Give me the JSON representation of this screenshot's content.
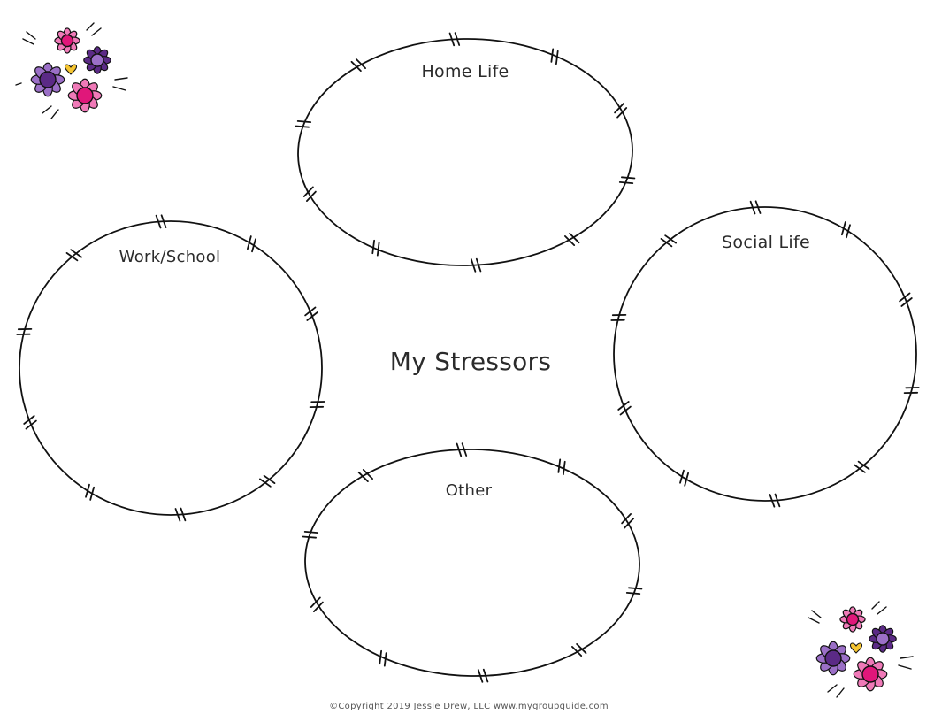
{
  "worksheet": {
    "title": "My Stressors",
    "sections": [
      {
        "label": "Home Life"
      },
      {
        "label": "Work/School"
      },
      {
        "label": "Social Life"
      },
      {
        "label": "Other"
      }
    ],
    "copyright": "©Copyright 2019 Jessie Drew, LLC www.mygroupguide.com"
  },
  "colors": {
    "outline": "#111111",
    "flower_dark_purple": "#5b2a86",
    "flower_light_purple": "#9b6fc7",
    "flower_pink": "#f07ab8",
    "flower_magenta": "#e0177a",
    "heart_yellow": "#f5c531"
  },
  "decorations": [
    "flower-cluster-icon",
    "flower-cluster-icon"
  ]
}
